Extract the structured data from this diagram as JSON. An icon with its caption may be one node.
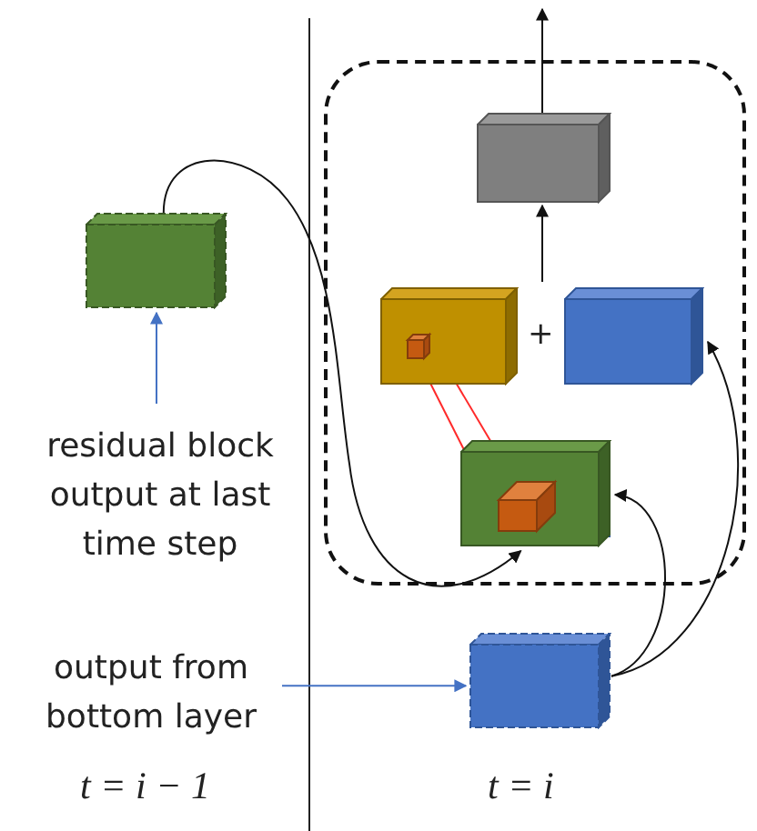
{
  "diagram": {
    "nodes": [
      {
        "text": [],
        "shape": "box"
      },
      {
        "text": [],
        "shape": "box",
        "in": 0
      },
      {
        "text": [],
        "shape": "box",
        "in": 0
      },
      {
        "text": [],
        "shape": "box",
        "in": 0
      },
      {
        "text": [],
        "shape": "box",
        "in": 0
      },
      {
        "text": [],
        "shape": "box"
      },
      {
        "text": [
          "residual block output at last time step"
        ]
      },
      {
        "text": [],
        "shape": "box"
      },
      {
        "text": [
          "output from bottom layer"
        ]
      }
    ],
    "edges": [
      {
        "from": 1,
        "to": null,
        "arrow": "to"
      },
      {
        "from": null,
        "to": 1,
        "arrow": "to"
      },
      {
        "from": 5,
        "to": 4,
        "arrow": "to"
      },
      {
        "from": 6,
        "to": 5,
        "arrow": "to",
        "color": "#4472c4"
      },
      {
        "from": 8,
        "to": 7,
        "arrow": "to",
        "color": "#4472c4"
      },
      {
        "from": 7,
        "to": 4,
        "arrow": "to"
      },
      {
        "from": 7,
        "to": 3,
        "arrow": "to"
      },
      {
        "from": 2,
        "to": 4,
        "arrow": "none",
        "color": "#ff2a2a"
      },
      {
        "from": 2,
        "to": 4,
        "arrow": "none",
        "color": "#ff2a2a"
      }
    ],
    "labels": [
      "+",
      "t = i − 1",
      "t = i"
    ]
  }
}
